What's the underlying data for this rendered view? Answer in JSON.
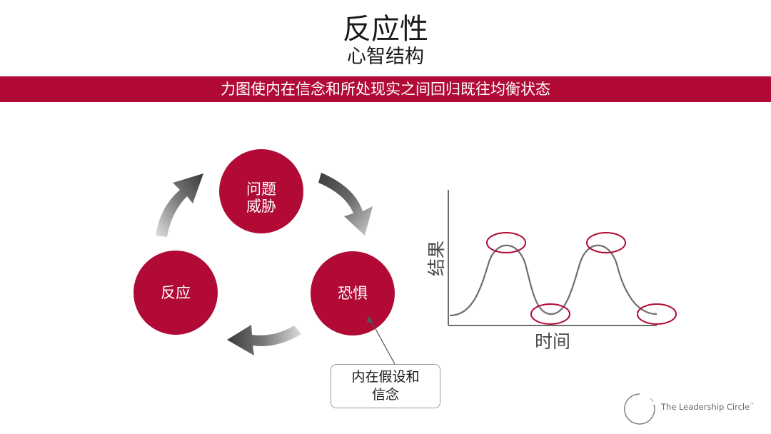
{
  "header": {
    "title": "反应性",
    "subtitle": "心智结构"
  },
  "banner": {
    "text": "力图使内在信念和所处现实之间回归既往均衡状态"
  },
  "cycle": {
    "nodes": [
      {
        "line1": "问题",
        "line2": "威胁"
      },
      {
        "line1": "恐惧",
        "line2": ""
      },
      {
        "line1": "反应",
        "line2": ""
      }
    ],
    "callout": {
      "line1": "内在假设和",
      "line2": "信念"
    }
  },
  "graph": {
    "ylabel": "结果",
    "xlabel": "时间"
  },
  "logo": {
    "text": "The Leadership Circle",
    "mark": "™"
  },
  "colors": {
    "accent": "#b00a35",
    "arrow_dark": "#4a4a4a",
    "arrow_light": "#c8c8c8",
    "curve": "#6e6e6e"
  },
  "icons": {
    "cycle_arrows": "curved-arrow-icon",
    "logo": "ring-logo-icon"
  }
}
